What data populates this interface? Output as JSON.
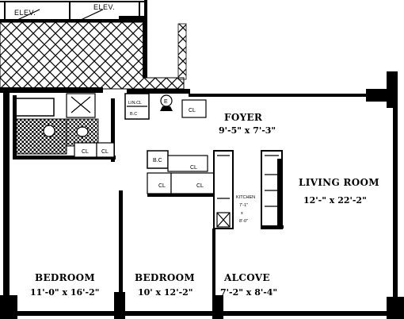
{
  "elevators": [
    "ELEV.",
    "ELEV."
  ],
  "rooms": {
    "foyer": {
      "name": "FOYER",
      "dim": "9'-5\" x 7'-3\""
    },
    "living": {
      "name": "LIVING ROOM",
      "dim": "12'-\" x 22'-2\""
    },
    "bedroom1": {
      "name": "BEDROOM",
      "dim": "11'-0\" x 16'-2\""
    },
    "bedroom2": {
      "name": "BEDROOM",
      "dim": "10' x 12'-2\""
    },
    "alcove": {
      "name": "ALCOVE",
      "dim": "7'-2\" x 8'-4\""
    },
    "kitchen": {
      "name": "KITCHEN",
      "dim1": "7'-1\"",
      "dim2": "8'-0\""
    }
  },
  "closets": {
    "cl": "CL",
    "lin_cl": "LIN.CL",
    "bc": "B.C",
    "e": "E"
  }
}
